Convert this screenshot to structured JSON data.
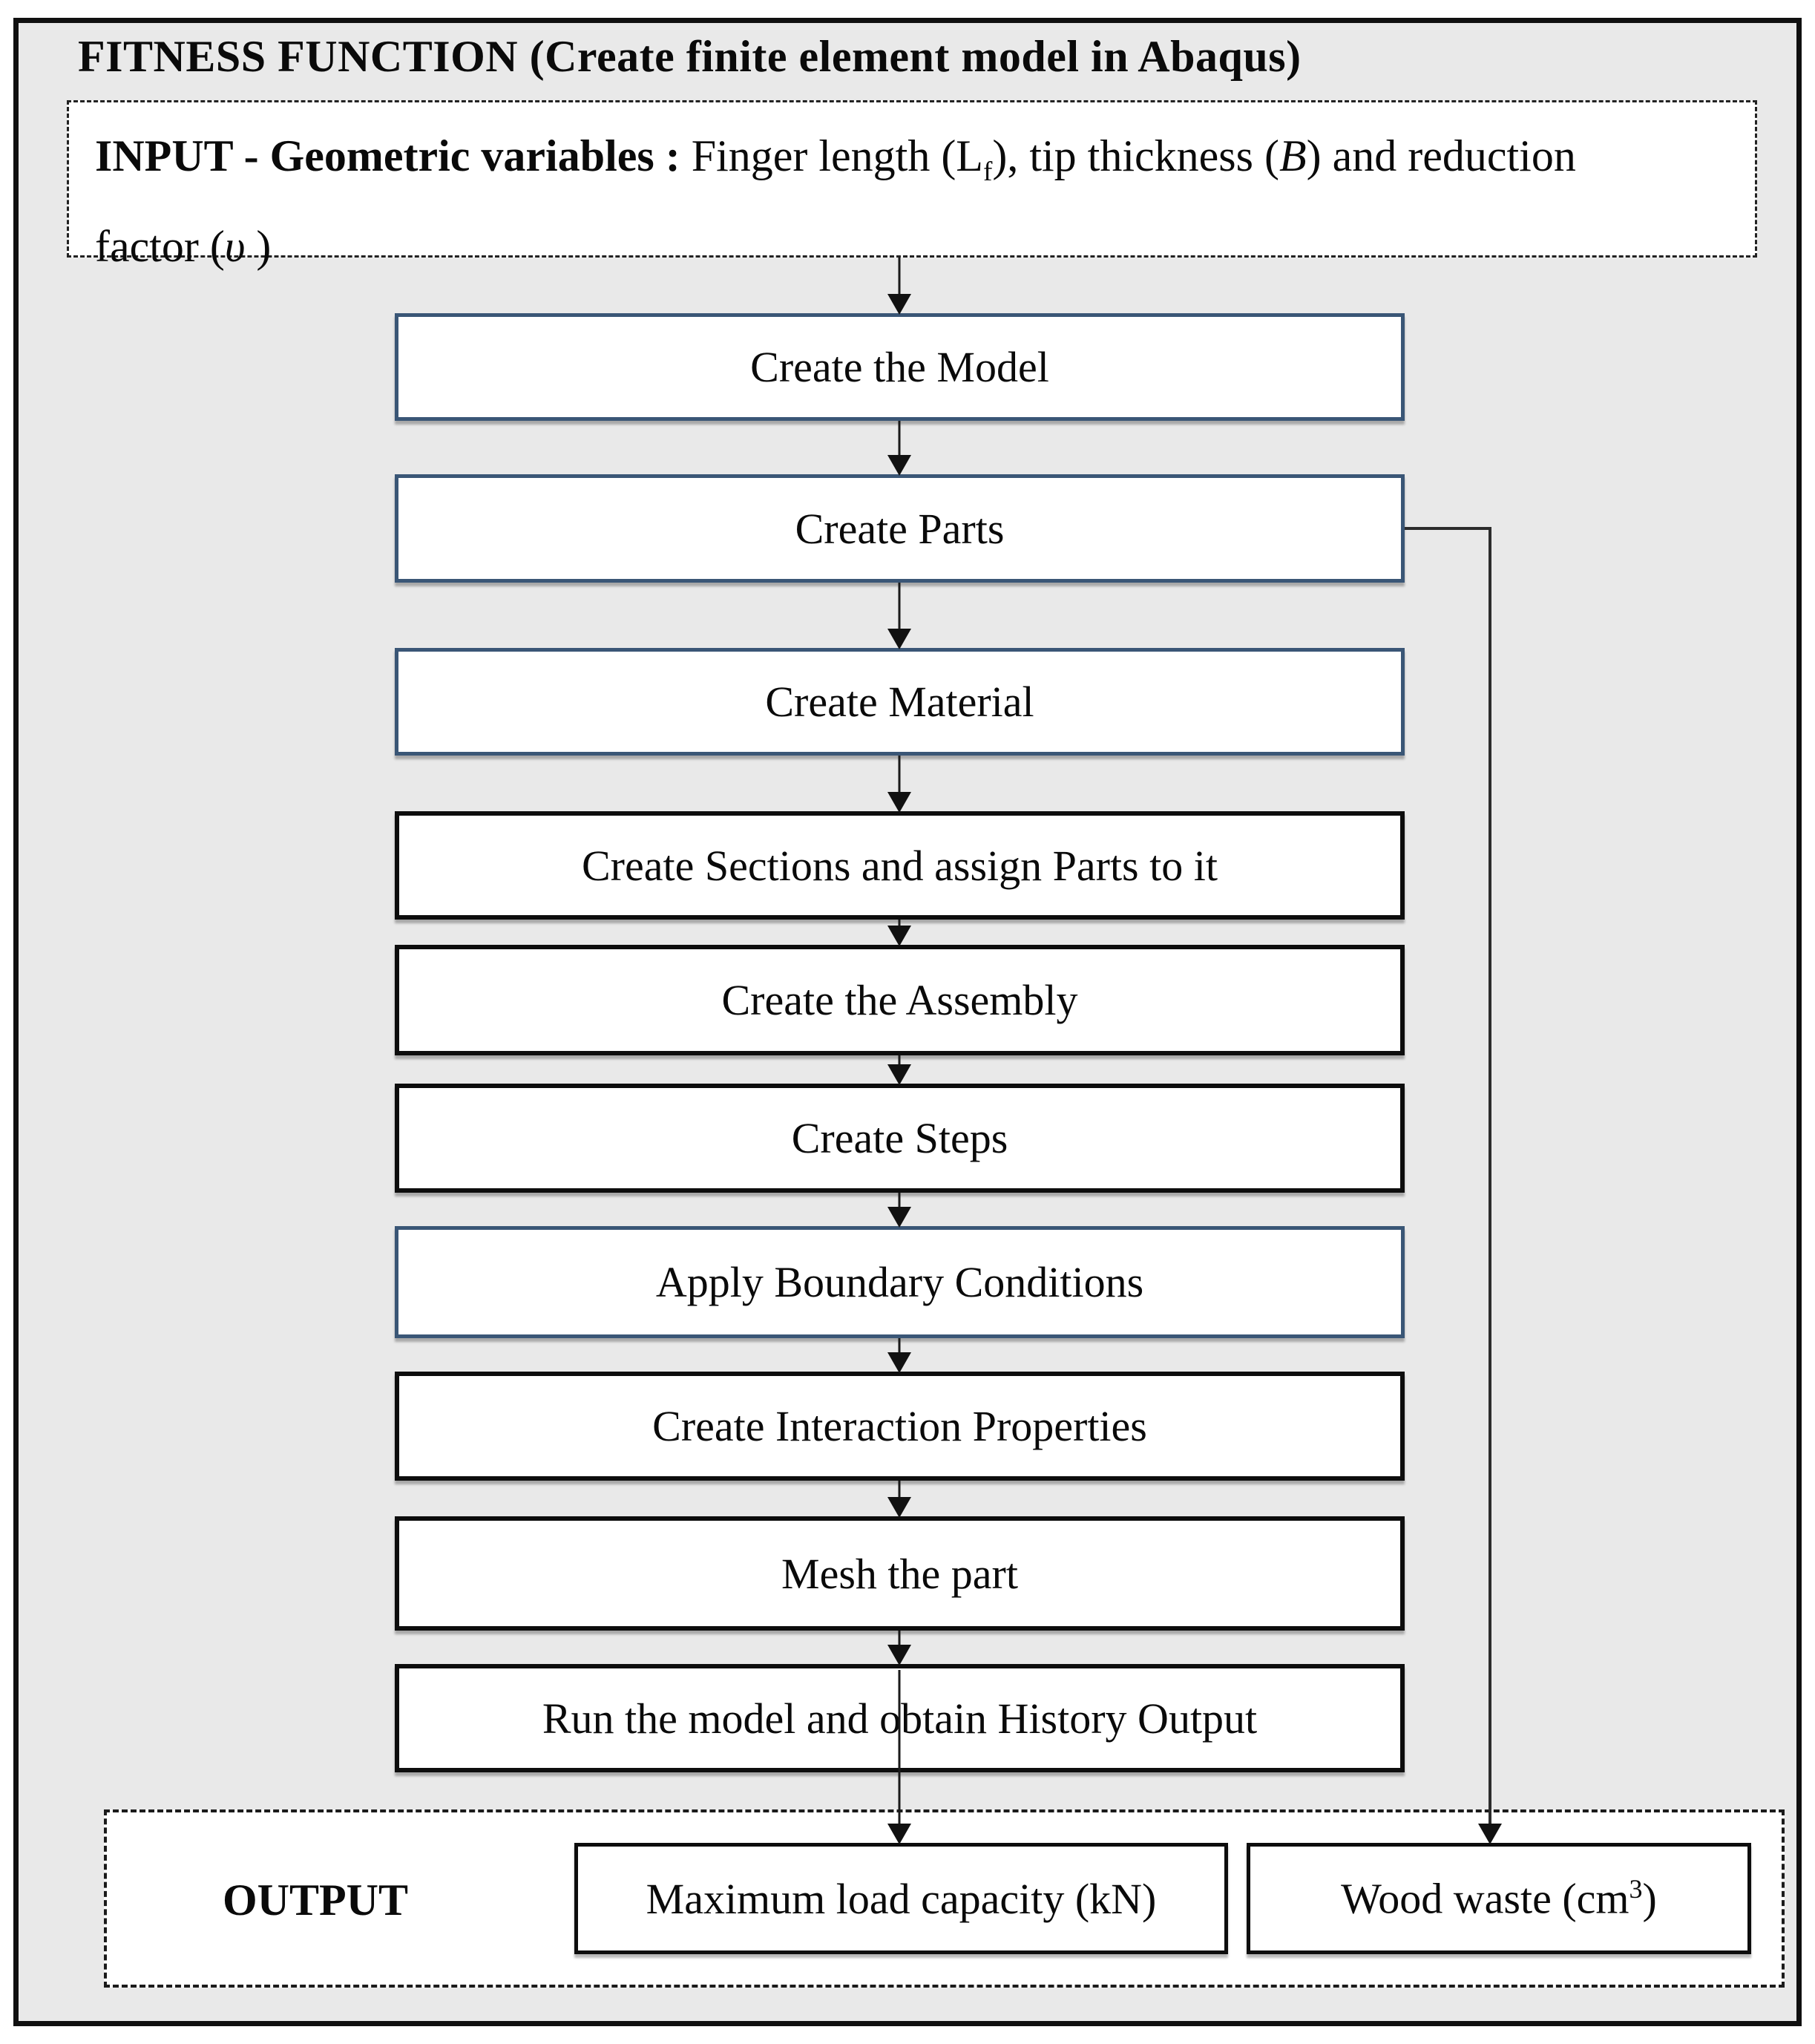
{
  "colors": {
    "panel_bg": "#e9e9e9",
    "blue_border": "#3a5676",
    "black_border": "#0d0d0d",
    "line_color": "#1a1a1a",
    "box_bg": "#ffffff"
  },
  "header": {
    "title": "FITNESS FUNCTION (Create finite element model in Abaqus)"
  },
  "input_box": {
    "bold_label": "INPUT - Geometric variables :",
    "text_1": " Finger length (L",
    "sub_1": "f",
    "text_2": "), tip thickness (",
    "italic_1": "B",
    "text_3": ") and reduction factor (",
    "italic_2": "υ",
    "text_4": " )"
  },
  "steps": [
    {
      "label": "Create the Model",
      "border": "blue"
    },
    {
      "label": "Create Parts",
      "border": "blue"
    },
    {
      "label": "Create Material",
      "border": "blue"
    },
    {
      "label": "Create Sections and assign Parts to it",
      "border": "black"
    },
    {
      "label": "Create the Assembly",
      "border": "black"
    },
    {
      "label": "Create Steps",
      "border": "black"
    },
    {
      "label": "Apply Boundary Conditions",
      "border": "blue"
    },
    {
      "label": "Create Interaction Properties",
      "border": "black"
    },
    {
      "label": "Mesh the part",
      "border": "black"
    },
    {
      "label": "Run the model and obtain History Output",
      "border": "black"
    }
  ],
  "output": {
    "label": "OUTPUT",
    "results": [
      {
        "text_main": "Maximum load capacity (kN)",
        "sup": "",
        "text_end": ""
      },
      {
        "text_main": "Wood waste (cm",
        "sup": "3",
        "text_end": ")"
      }
    ]
  }
}
